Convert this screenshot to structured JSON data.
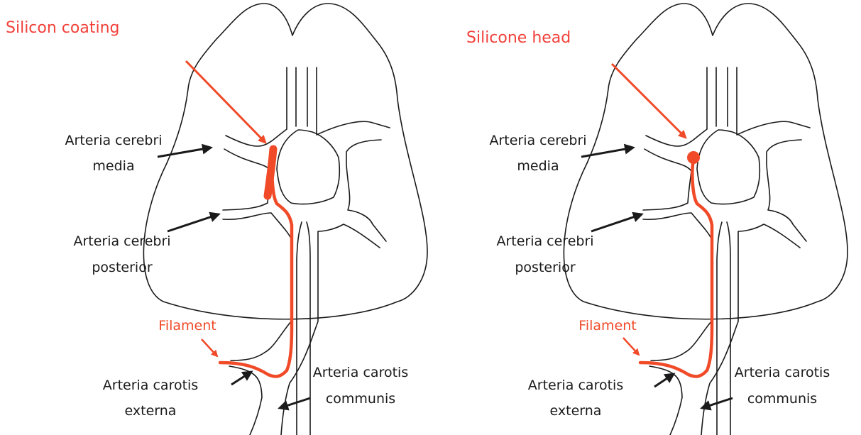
{
  "colors": {
    "accent": "#f04a28",
    "title": "#f2413b",
    "ink": "#1a1a1a"
  },
  "panels": [
    {
      "title": "Silicon coating",
      "tip": "coating",
      "labels": {
        "media_1": "Arteria cerebri",
        "media_2": "media",
        "posterior_1": "Arteria cerebri",
        "posterior_2": "posterior",
        "filament": "Filament",
        "externa_1": "Arteria carotis",
        "externa_2": "externa",
        "communis_1": "Arteria carotis",
        "communis_2": "communis"
      }
    },
    {
      "title": "Silicone head",
      "tip": "head",
      "labels": {
        "media_1": "Arteria cerebri",
        "media_2": "media",
        "posterior_1": "Arteria cerebri",
        "posterior_2": "posterior",
        "filament": "Filament",
        "externa_1": "Arteria carotis",
        "externa_2": "externa",
        "communis_1": "Arteria carotis",
        "communis_2": "communis"
      }
    }
  ]
}
